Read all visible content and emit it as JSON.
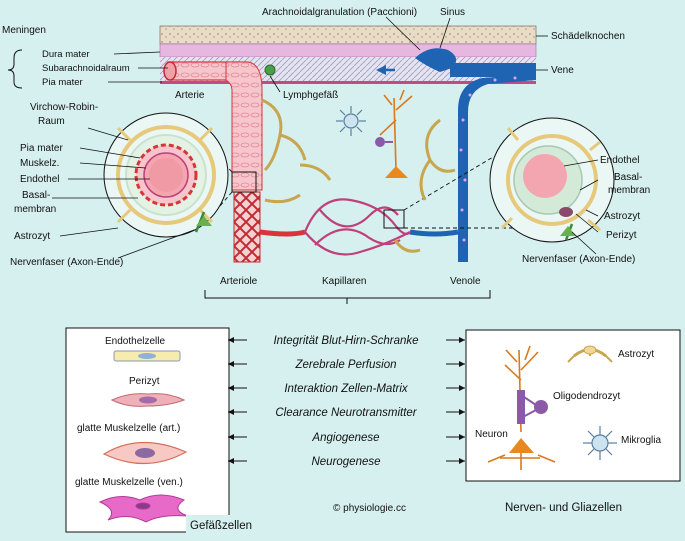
{
  "top_labels": {
    "arachnoid_granulation": "Arachnoidalgranulation (Pacchioni)",
    "sinus": "Sinus",
    "skull": "Schädelknochen",
    "meningen": "Meningen",
    "dura": "Dura mater",
    "subarachnoid": "Subarachnoidalraum",
    "pia": "Pia mater",
    "vene": "Vene",
    "arterie": "Arterie",
    "lymph": "Lymphgefäß"
  },
  "left_inset": {
    "virchow_line1": "Virchow-Robin-",
    "virchow_line2": "Raum",
    "pia": "Pia mater",
    "muskel": "Muskelz.",
    "endothel": "Endothel",
    "basal_line1": "Basal-",
    "basal_line2": "membran",
    "astrozyt": "Astrozyt",
    "nervenfaser": "Nervenfaser (Axon-Ende)"
  },
  "right_inset": {
    "endothel": "Endothel",
    "basal_line1": "Basal-",
    "basal_line2": "membran",
    "astrozyt": "Astrozyt",
    "perizyt": "Perizyt",
    "nervenfaser": "Nervenfaser (Axon-Ende)"
  },
  "vessels": {
    "arteriole": "Arteriole",
    "kapillaren": "Kapillaren",
    "venole": "Venole"
  },
  "left_box": {
    "endothelzelle": "Endothelzelle",
    "perizyt": "Perizyt",
    "muskel_art": "glatte Muskelzelle (art.)",
    "muskel_ven": "glatte Muskelzelle (ven.)",
    "title": "Gefäßzellen"
  },
  "functions": [
    "Integrität Blut-Hirn-Schranke",
    "Zerebrale Perfusion",
    "Interaktion Zellen-Matrix",
    "Clearance Neurotransmitter",
    "Angiogenese",
    "Neurogenese"
  ],
  "right_box": {
    "astrozyt": "Astrozyt",
    "oligodendrozyt": "Oligodendrozyt",
    "neuron": "Neuron",
    "mikroglia": "Mikroglia",
    "title": "Nerven- und Gliazellen"
  },
  "copyright": "© physiologie.cc",
  "colors": {
    "background": "#d6f0ef",
    "artery": "#d9343a",
    "vein": "#1f63b3",
    "astrocyte": "#e6c97a",
    "neuron": "#e8891f",
    "oligodendrocyte": "#8a5aa8"
  }
}
